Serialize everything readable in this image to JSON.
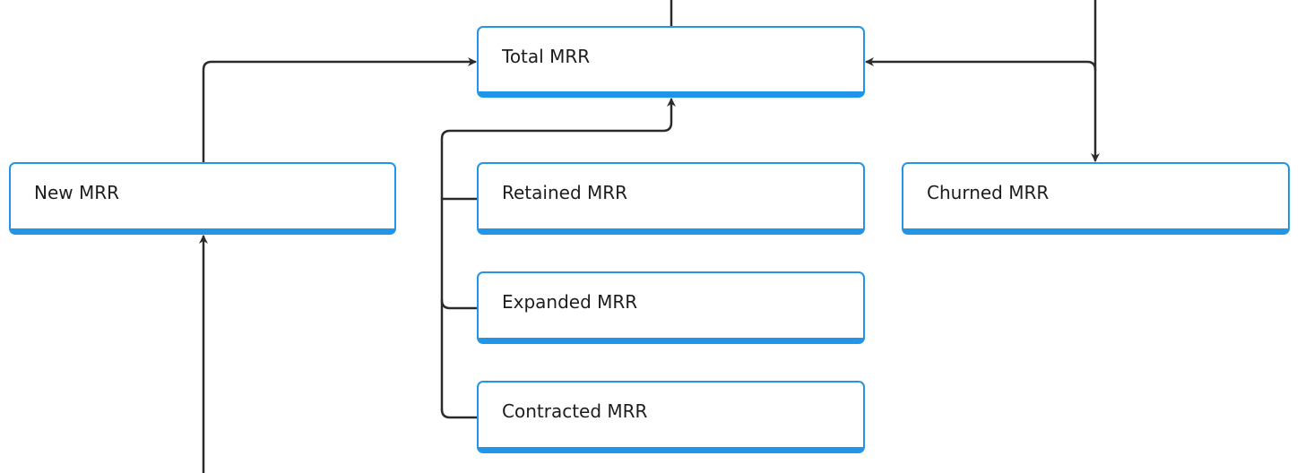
{
  "diagram": {
    "colors": {
      "node_border": "#2196e8",
      "connector": "#2b2b2b",
      "text": "#1d1d1d",
      "background": "#ffffff"
    },
    "nodes": {
      "total": "Total MRR",
      "new": "New MRR",
      "retained": "Retained MRR",
      "churned": "Churned MRR",
      "expanded": "Expanded MRR",
      "contracted": "Contracted MRR"
    },
    "edges": [
      {
        "from": "new",
        "to": "total"
      },
      {
        "from": "retained",
        "to": "total"
      },
      {
        "from": "expanded",
        "to": "total"
      },
      {
        "from": "contracted",
        "to": "total"
      },
      {
        "from": "churned",
        "to": "total"
      },
      {
        "from": "offscreen-top",
        "to": "churned"
      },
      {
        "from": "offscreen-top",
        "to": "total"
      },
      {
        "from": "offscreen-bottom",
        "to": "new"
      }
    ]
  }
}
